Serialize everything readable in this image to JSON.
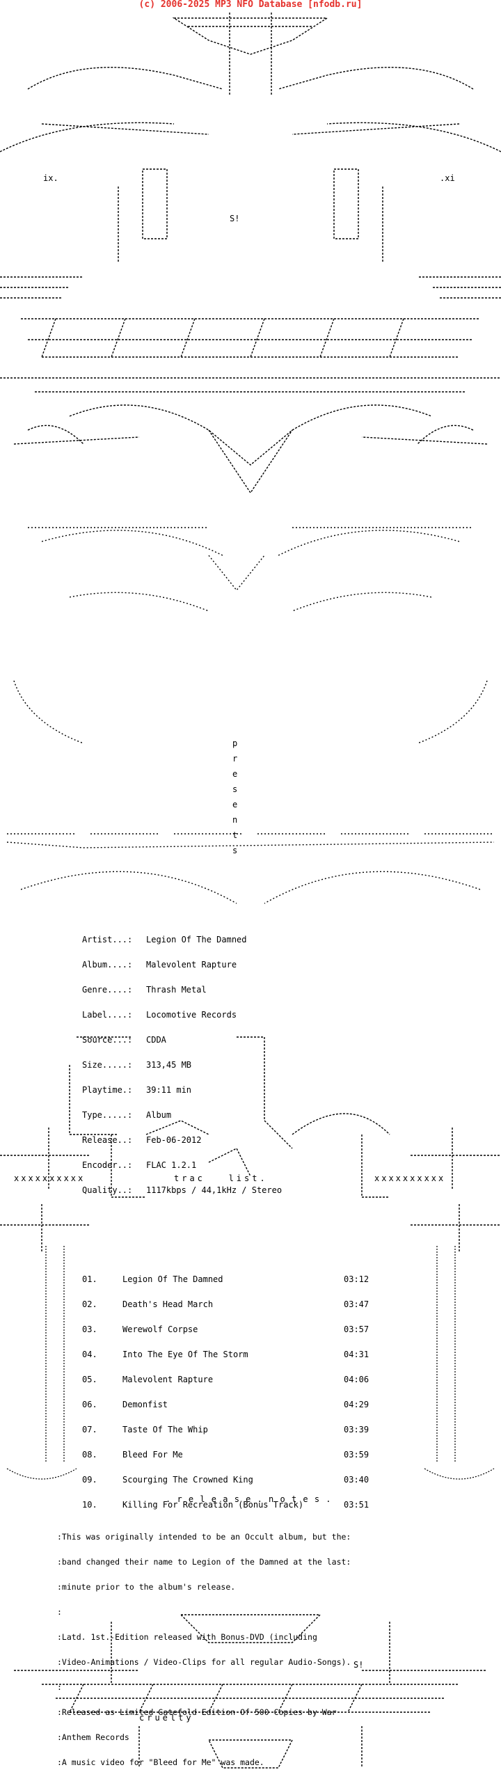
{
  "header": {
    "copyright": "(c) 2006-2025 MP3 NFO Database [nfodb.ru]"
  },
  "art": {
    "top_left_text": "ix.",
    "top_right_text": ".xi",
    "center_mark": "S!",
    "presents_word": [
      "p",
      "r",
      "e",
      "s",
      "e",
      "n",
      "t",
      "s"
    ],
    "tracklist_caption": "trac   list.",
    "x_row": "xxxxxxxxxx",
    "notes_caption": ". r e l e a s e . n o t e s .",
    "footer_group": "cruelty",
    "footer_mark": "S!"
  },
  "release_info": [
    {
      "label": "Artist...:",
      "value": "Legion Of The Damned"
    },
    {
      "label": "Album....:",
      "value": "Malevolent Rapture"
    },
    {
      "label": "Genre....:",
      "value": "Thrash Metal"
    },
    {
      "label": "Label....:",
      "value": "Locomotive Records"
    },
    {
      "label": "Source...:",
      "value": "CDDA"
    },
    {
      "label": "Size.....:",
      "value": "313,45 MB"
    },
    {
      "label": "Playtime.:",
      "value": "39:11 min"
    },
    {
      "label": "Type.....:",
      "value": "Album"
    },
    {
      "label": "Release..:",
      "value": "Feb-06-2012"
    },
    {
      "label": "Encoder..:",
      "value": "FLAC 1.2.1"
    },
    {
      "label": "Quality..:",
      "value": "1117kbps / 44,1kHz / Stereo"
    }
  ],
  "tracks": [
    {
      "num": "01.",
      "title": "Legion Of The Damned",
      "time": "03:12"
    },
    {
      "num": "02.",
      "title": "Death's Head March",
      "time": "03:47"
    },
    {
      "num": "03.",
      "title": "Werewolf Corpse",
      "time": "03:57"
    },
    {
      "num": "04.",
      "title": "Into The Eye Of The Storm",
      "time": "04:31"
    },
    {
      "num": "05.",
      "title": "Malevolent Rapture",
      "time": "04:06"
    },
    {
      "num": "06.",
      "title": "Demonfist",
      "time": "04:29"
    },
    {
      "num": "07.",
      "title": "Taste Of The Whip",
      "time": "03:39"
    },
    {
      "num": "08.",
      "title": "Bleed For Me",
      "time": "03:59"
    },
    {
      "num": "09.",
      "title": "Scourging The Crowned King",
      "time": "03:40"
    },
    {
      "num": "10.",
      "title": "Killing For Recreation (Bonus Track)",
      "time": "03:51"
    }
  ],
  "notes": [
    ":This was originally intended to be an Occult album, but the:",
    ":band changed their name to Legion of the Damned at the last:",
    ":minute prior to the album's release.",
    ":",
    ":Latd. 1st.-Edition released with Bonus-DVD (including",
    ":Video-Animations / Video-Clips for all regular Audio-Songs).",
    ":",
    ":Released as Limited Gatefold Edition Of 500 Copies by War",
    ":Anthem Records",
    ":A music video for \"Bleed for Me\" was made."
  ]
}
